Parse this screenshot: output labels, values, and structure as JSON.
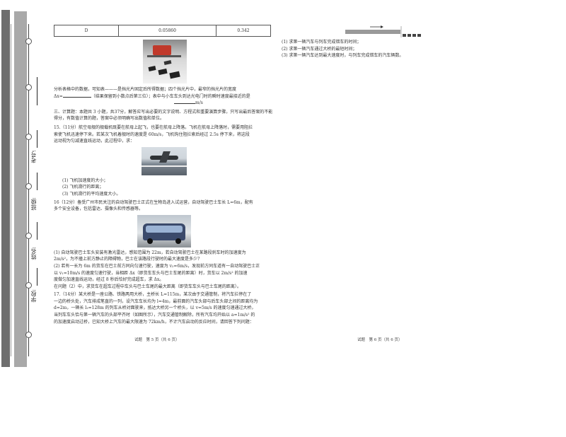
{
  "binding": {
    "labels": [
      "学校:",
      "姓名:",
      "班级:",
      "考号:"
    ]
  },
  "table_row": {
    "c1": "D",
    "c2": "0.05860",
    "c3": "0.342"
  },
  "left": {
    "analysis_line1": "分析表格中的数据，可知表———是挡光片固定后所得数据；四个挡光片中，最窄的挡光片的宽度",
    "analysis_line2_a": "Δx=",
    "analysis_line2_b": "（结果保留到小数点后第三位）；表中与小车车头到达光电门时的瞬时速度最接近的是",
    "analysis_line3": "m/s",
    "section3": "三、计算题：本题共 3 小题，共37分，解答应写出必要的文字说明、方程式和重要演算步骤，只写出最后答案的不能得分，有数值计算的题，答案中必须明确写出数值和单位。",
    "q15_line1": "15.（11分）航空母舰的舰载机既要在航母上起飞，也要在航母上降落。飞机在航母上降落时，需要用阻拦",
    "q15_line2": "索使飞机迅速停下来。若某次飞机着舰时的速度是 60m/s，飞机钩住阻拦索后经过 2.5s 停下来，将这段",
    "q15_line3": "运动视为匀减速直线运动，此过程中，求：",
    "q15_sub1": "(1) 飞机加速度的大小；",
    "q15_sub2": "(2) 飞机滑行的距离；",
    "q15_sub3": "(3) 飞机滑行的平均速度大小。",
    "q16_line1": "16（12分）备受广州市民关注的自动驾驶巴士正式在生物岛进入试运营，自动驾驶巴士车长 L=6m，配有",
    "q16_line2": "多个安全设备，包括雷达、摄像头和传感器等。",
    "q16_sub1_a": "(1) 自动驾驶巴士车头安装有激光雷达，感知范围为 22m，若自动驾驶巴士在某路段刹车时的加速度为",
    "q16_sub1_b": "2m/s²，为不撞上前方静止的障碍物，巴士在该路段行驶时的最大速度是多少?",
    "q16_sub2_a": "(2) 若有一长为 6m 的货车在巴士前方同向匀速行驶，速度为 v₂=6m/s，发现前方同车道有一自动驾驶巴士正",
    "q16_sub2_b": "以 v₁=10m/s 的速度匀速行驶，当相距 Δx（即货车车头与巴士车尾的距离）时，货车以 2m/s² 的加速",
    "q16_sub2_c": "度做匀加速直线运动，经过 8 秒后恰好完成超车，求 Δx。",
    "q16_sub3": "在问题（2）中，求货车在超车过程中车头与巴士车尾的最大距离（即货车车头与巴士车尾的距离）。",
    "q17_line1": "17.（14分）某大桥是一座公路、铁路两用大桥，主桥长 L=115m，某次由于交通管制，将汽车拦停在了",
    "q17_line2": "一边的桥头处，汽车排成笔直的一列，设汽车车长均为 l=4m，最前面的汽车头部与后车头部之间的距离均为",
    "q17_line3": "d=2m，一辆长 l₂=128m 的列车从桥对面驶来，抵达大桥另一个桥头，以 v=5m/s 的速度匀速通过大桥，",
    "q17_line4": "当列车车头恰与第一辆汽车的头部平齐时（如图所示），汽车交通管制解除，所有汽车均开始以 a=1m/s² 的",
    "q17_line5": "的加速度启动过桥，已知大桥上汽车的最大限速为 72km/h，不计汽车启动的反应时间，请回答下列问题：",
    "footer": "试题　第 5 页（共 6 页）"
  },
  "right": {
    "sub1": "(1) 求第一辆汽车与列车完成错车的时间；",
    "sub2": "(2) 求第一辆汽车通过大桥的最短时间；",
    "sub3": "(3) 求第一辆汽车达到最大速度时，与列车完成错车的汽车辆数。",
    "footer": "试题　第 6 页（共 6 页）"
  }
}
